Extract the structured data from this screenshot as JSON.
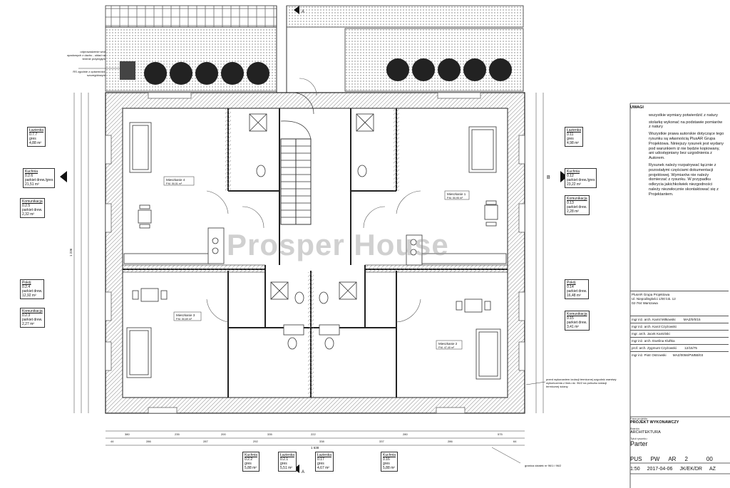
{
  "watermark": "Prosper House",
  "section_markers": {
    "left": "B",
    "right": "B",
    "top": "A",
    "bottom": "A"
  },
  "north_left_label": "odprowadzenie wód opadowych z dachu - układ na terenie przyległym",
  "north_left_label2": "RS zgodnie z opisem/dot. szczegółowym",
  "side_left": [
    {
      "name": "Łazienka",
      "code": "0.7.7",
      "floor": "gres",
      "area": "4,88 m²"
    },
    {
      "name": "Kuchnia",
      "code": "0.2.6",
      "floor": "parkiet drew./gres",
      "area": "21,51 m²"
    },
    {
      "name": "Komunikacja",
      "code": "0.2.5",
      "floor": "parkiet drew.",
      "area": "2,32 m²"
    },
    {
      "name": "Pokój",
      "code": "0.2.4",
      "floor": "parkiet drew.",
      "area": "12,92 m²"
    },
    {
      "name": "Komunikacja",
      "code": "0.2.3",
      "floor": "parkiet drew.",
      "area": "2,27 m²"
    }
  ],
  "side_right": [
    {
      "name": "Łazienka",
      "code": "0.11",
      "floor": "gres",
      "area": "4,98 m²"
    },
    {
      "name": "Kuchnia",
      "code": "0.12",
      "floor": "parkiet drew./gres",
      "area": "23,22 m²"
    },
    {
      "name": "Komunikacja",
      "code": "0.13",
      "floor": "parkiet drew.",
      "area": "2,28 m²"
    },
    {
      "name": "Pokój",
      "code": "0.14",
      "floor": "parkiet drew.",
      "area": "16,48 m²"
    },
    {
      "name": "Komunikacja",
      "code": "0.15",
      "floor": "parkiet drew.",
      "area": "3,41 m²"
    }
  ],
  "side_bottom": [
    {
      "name": "Kuchnia",
      "code": "0.2.2",
      "floor": "gres",
      "area": "5,88 m²"
    },
    {
      "name": "Łazienka",
      "code": "0.2.1",
      "floor": "gres",
      "area": "5,51 m²"
    },
    {
      "name": "Łazienka",
      "code": "0.17",
      "floor": "gres",
      "area": "4,67 m²"
    },
    {
      "name": "Kuchnia",
      "code": "0.16",
      "floor": "gres",
      "area": "5,88 m²"
    }
  ],
  "units": [
    {
      "label": "Mieszkanie 4",
      "area": "P.M. 50,51 m²"
    },
    {
      "label": "Mieszkanie 1",
      "area": "P.M. 50,95 m²"
    },
    {
      "label": "Mieszkanie 3",
      "area": "P.M. 50,69 m²"
    },
    {
      "label": "Mieszkanie 2",
      "area": "P.M. 47,40 m²"
    }
  ],
  "dims_bottom_1": [
    "380",
    "235",
    "200",
    "335",
    "222",
    "280",
    "575"
  ],
  "dims_bottom_2": [
    "44",
    "286",
    "287",
    "292",
    "338",
    "337",
    "286",
    "64"
  ],
  "dim_total": "1 638",
  "dim_left_total": "1 236",
  "notes": {
    "title": "UWAGI",
    "items": [
      "wszystkie wymiary potwierdzić z natury",
      "stolarkę wykonać na podstawie pomiarów z natury",
      "Wszystkie prawa autorskie dotyczące tego rysunku są własnością PlusAR Grupa Projektowa. Niniejszy rysunek jest wydany pod warunkiem iż nie będzie kopiowany, ani udostępniany bez uzgodnienia z Autorem.",
      "Rysunek należy rozpatrywać łącznie z pozostałymi częściami dokumentacji projektowej. Wymiarów nie należy domierzać z rysunku. W przypadku odkrycia jakichkolwiek niezgodności należy niezwłocznie skontaktować się z Projektantem."
    ]
  },
  "title_block": {
    "company": "PlusAR Grupa Projektowa",
    "address": "Ul. Niepodległości 1/00 lok. 12",
    "city": "02-764 Warszawa",
    "rows": [
      {
        "role": "mgr inż. arch. Kamil Milkowski",
        "num": "MAZ/0/0/15"
      },
      {
        "role": "mgr inż. arch. Karol Czyżowski",
        "num": ""
      },
      {
        "role": "mgr. arch. Jacek Kamiński",
        "num": ""
      },
      {
        "role": "mgr inż. arch. Ewelina Kluftka",
        "num": ""
      },
      {
        "role": "prof. arch. Zygmunt Czyżowski",
        "num": "12/15/75"
      },
      {
        "role": "mgr inż. Piotr Ostrowski",
        "num": "MAZ/0056/PWBB/03"
      }
    ]
  },
  "project": {
    "phase_label": "Faza projektu",
    "phase": "PROJEKT WYKONAWCZY",
    "branch_label": "Branża",
    "branch": "ARCHITEKTURA",
    "sheet_label": "Tytuł rysunku",
    "sheet": "Parter",
    "code_a": "PUS",
    "code_b": "PW",
    "code_c": "AR",
    "code_d": "2",
    "code_e": "00",
    "scale": "1:50",
    "date": "2017-04-06",
    "authors": "JK/EK/DR",
    "rev": "AZ"
  },
  "bottom_note": "granica działek nr 96/1 i 96/2",
  "right_note": "przed wykonaniem izolacji termicznej uzgodnić warstwy wykończenia z lineu dz. 96/2 na policzku izolacji termicznej ściany"
}
